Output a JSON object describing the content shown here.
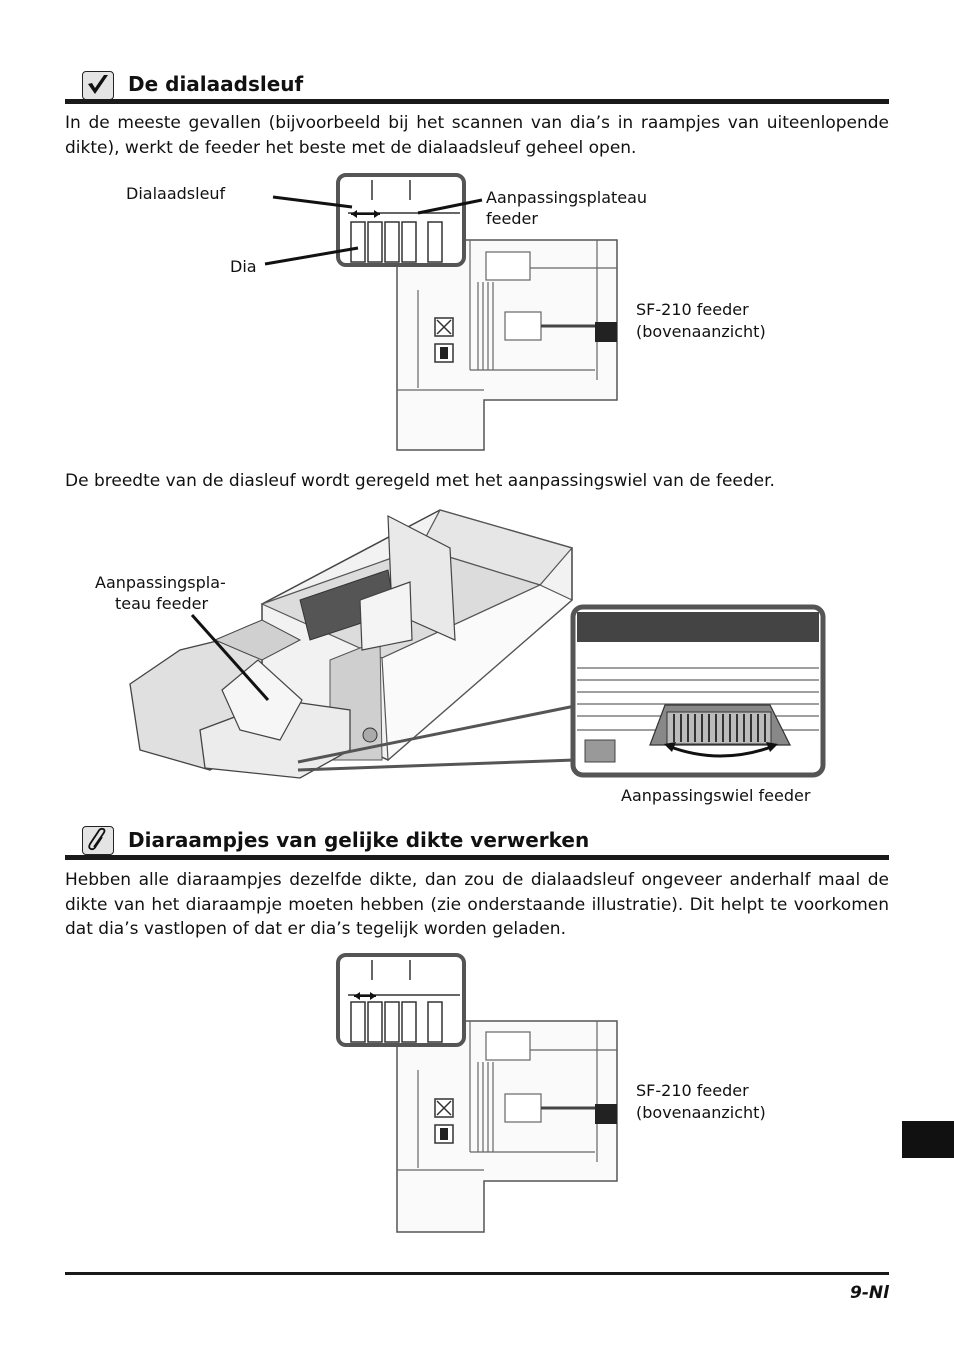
{
  "section1": {
    "title": "De dialaadsleuf",
    "icon": "checkmark-icon",
    "paragraph": "In de meeste gevallen (bijvoorbeeld bij het scannen van dia’s in raampjes van uiteenlopende dikte), werkt de feeder het beste met de dialaadsleuf geheel open.",
    "figure1": {
      "label_slot": "Dialaadsleuf",
      "label_slide": "Dia",
      "label_plate_line1": "Aanpassingsplateau",
      "label_plate_line2": "feeder",
      "label_feeder_line1": "SF-210 feeder",
      "label_feeder_line2": "(bovenaanzicht)"
    },
    "paragraph2": "De breedte van de diasleuf wordt geregeld met het aanpassingswiel van de feeder.",
    "figure2": {
      "label_plate_line1": "Aanpassingspla-",
      "label_plate_line2": "teau feeder",
      "label_wheel": "Aanpassingswiel feeder"
    }
  },
  "section2": {
    "title": "Diaraampjes van gelijke dikte verwerken",
    "icon": "paperclip-icon",
    "paragraph": "Hebben alle diaraampjes dezelfde dikte, dan zou de dialaadsleuf ongeveer anderhalf maal de dikte van het diaraampje moeten hebben (zie onderstaande illustratie). Dit helpt te voorkomen dat dia’s vastlopen of dat er dia’s tegelijk worden geladen.",
    "figure3": {
      "label_feeder_line1": "SF-210 feeder",
      "label_feeder_line2": "(bovenaanzicht)"
    }
  },
  "footer": {
    "page_number": "9-Nl"
  }
}
